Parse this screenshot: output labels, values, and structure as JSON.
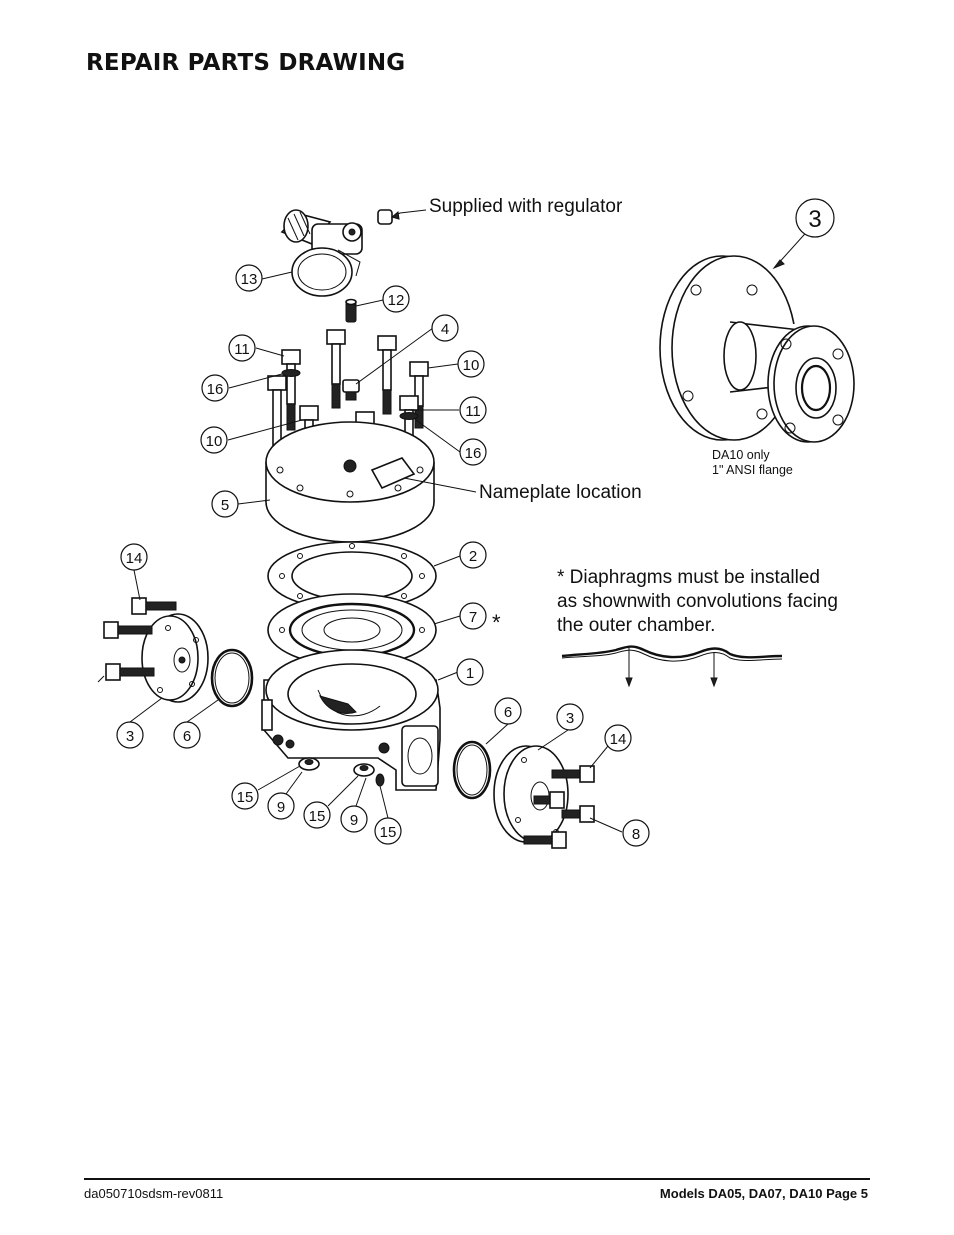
{
  "page": {
    "title": "REPAIR PARTS DRAWING",
    "footer_left": "da050710sdsm-rev0811",
    "footer_right": "Models DA05, DA07, DA10 Page 5"
  },
  "labels": {
    "supplied_with_regulator": "Supplied with regulator",
    "nameplate_location": "Nameplate location",
    "flange_note_line1": "DA10 only",
    "flange_note_line2": "1\" ANSI flange",
    "diaphragm_note_line1": "* Diaphragms must be installed",
    "diaphragm_note_line2": "as shownwith convolutions facing",
    "diaphragm_note_line3": "the outer chamber.",
    "asterisk": "*"
  },
  "callouts": {
    "c13": "13",
    "c12": "12",
    "c11a": "11",
    "c4": "4",
    "c10a": "10",
    "c16a": "16",
    "c11b": "11",
    "c10b": "10",
    "c16b": "16",
    "c5": "5",
    "c2": "2",
    "c7": "7",
    "c1": "1",
    "c14a": "14",
    "c3a": "3",
    "c6a": "6",
    "c6b": "6",
    "c3b": "3",
    "c14b": "14",
    "c8": "8",
    "c15a": "15",
    "c9a": "9",
    "c15b": "15",
    "c9b": "9",
    "c15c": "15",
    "c3big": "3"
  },
  "colors": {
    "ink": "#111111",
    "paper": "#ffffff"
  }
}
